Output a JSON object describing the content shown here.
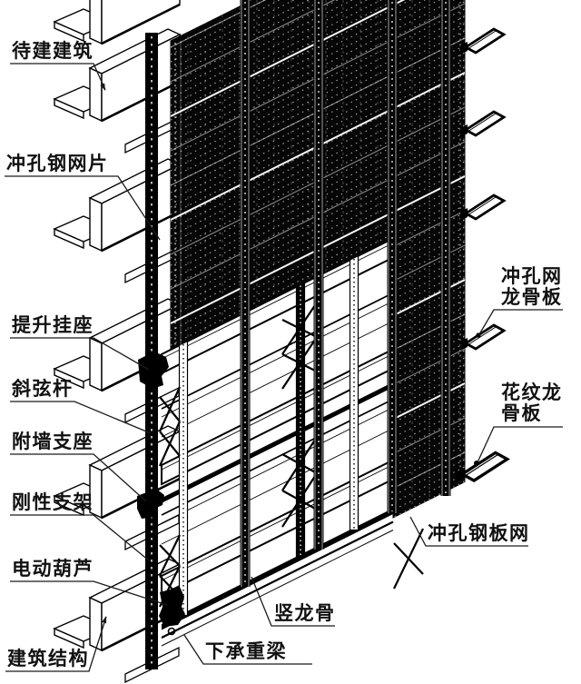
{
  "figure": {
    "kind": "axonometric construction diagram of attached lifting scaffold with punched steel mesh screen",
    "background_color": "#ffffff",
    "ink_color": "#000000",
    "mesh_color": "#060606"
  },
  "labels": {
    "daijian_jianzhu": "待建建筑",
    "chongkong_gangwangpian": "冲孔钢网片",
    "tisheng_guazuo": "提升挂座",
    "xiexiangan": "斜弦杆",
    "fuqiang_zhizuo": "附墙支座",
    "gangxing_zhijia": "刚性支架",
    "diandong_hulu": "电动葫芦",
    "jianzhu_jiegou": "建筑结构",
    "shu_longgu": "竖龙骨",
    "xia_chengzhongliang": "下承重梁",
    "chongkongwang_longguban": {
      "line1": "冲孔网",
      "line2": "龙骨板"
    },
    "huawen_longguban": {
      "line1": "花纹龙",
      "line2": "骨板"
    },
    "chongkong_gangbanwang": "冲孔钢板网"
  }
}
